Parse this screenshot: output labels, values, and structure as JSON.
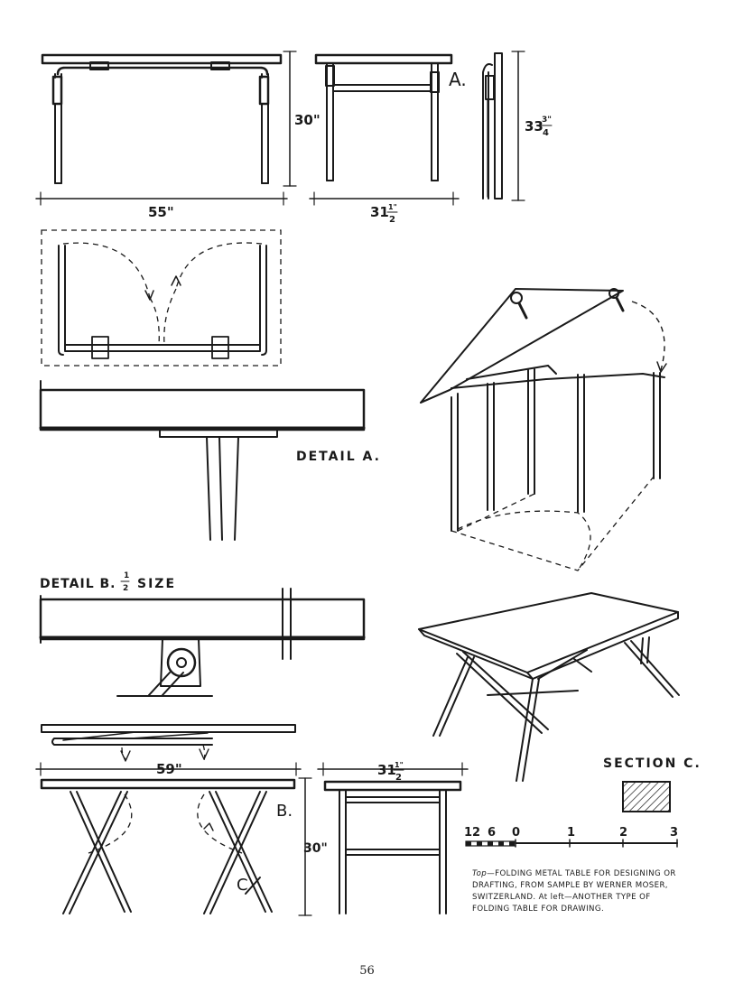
{
  "labels": {
    "dim_55": "55\"",
    "dim_30_top": "30\"",
    "dim_31_top": "31",
    "dim_31_top_frac_num": "1\"",
    "dim_31_top_frac_den": "2",
    "label_A": "A.",
    "dim_33": "33",
    "dim_33_frac_num": "3\"",
    "dim_33_frac_den": "4",
    "detail_a": "DETAIL A.",
    "detail_b": "DETAIL B.",
    "detail_b_frac_num": "1",
    "detail_b_frac_den": "2",
    "detail_b_size": "SIZE",
    "dim_59": "59\"",
    "dim_31_bottom": "31",
    "dim_31_bottom_frac_num": "1\"",
    "dim_31_bottom_frac_den": "2",
    "label_B": "B.",
    "dim_30_bottom": "30\"",
    "label_C": "C",
    "section_c": "SECTION C."
  },
  "scale": {
    "ticks": [
      "12",
      "6",
      "0",
      "1",
      "2",
      "3"
    ]
  },
  "caption": {
    "lead": "Top",
    "body": "—FOLDING METAL TABLE FOR DESIGNING OR DRAFTING, FROM SAMPLE BY WERNER MOSER, SWITZERLAND. At left—ANOTHER TYPE OF FOLDING TABLE FOR DRAWING."
  },
  "page_number": "56"
}
